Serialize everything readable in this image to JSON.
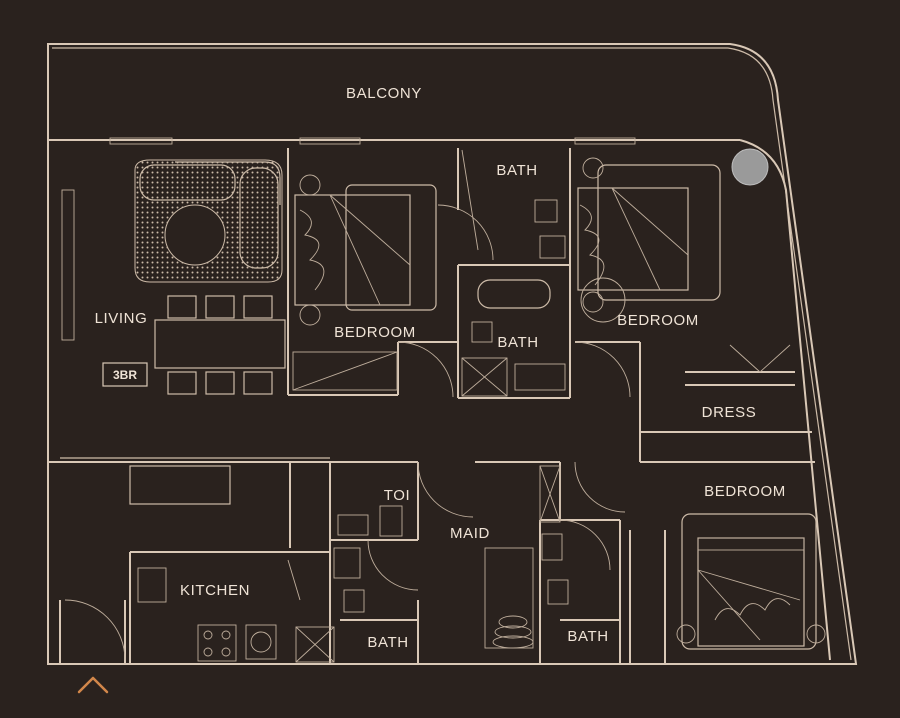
{
  "colors": {
    "background": "#2a221e",
    "lines": "#d9c8b6",
    "text": "#efe3d6",
    "marker": "#9a9a9a",
    "nav_arrow": "#d2874a"
  },
  "rooms": {
    "balcony": "BALCONY",
    "living": "LIVING",
    "bedroom_1": "BEDROOM",
    "bath_top": "BATH",
    "bath_mid": "BATH",
    "bedroom_2": "BEDROOM",
    "dress": "DRESS",
    "bedroom_3": "BEDROOM",
    "toi": "TOI",
    "maid": "MAID",
    "kitchen": "KITCHEN",
    "bath_bottom_left": "BATH",
    "bath_bottom_right": "BATH"
  },
  "unit_badge": "3BR",
  "icons": {
    "nav": "chevron-up-icon",
    "marker": "location-dot-icon"
  }
}
